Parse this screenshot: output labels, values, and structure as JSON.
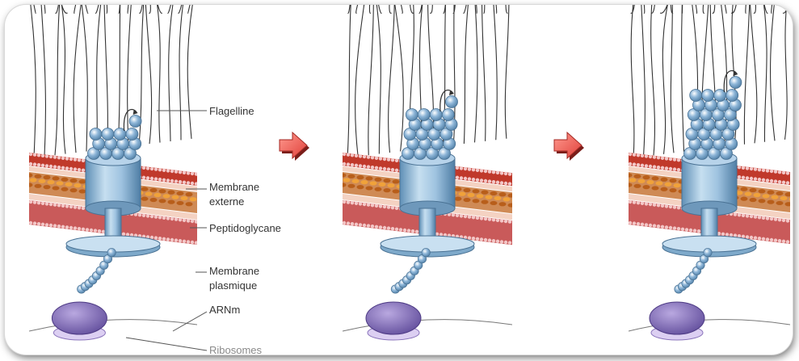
{
  "labels": {
    "flagelline": "Flagelline",
    "membrane_externe_1": "Membrane",
    "membrane_externe_2": "externe",
    "peptidoglycane": "Peptidoglycane",
    "membrane_plasmique_1": "Membrane",
    "membrane_plasmique_2": "plasmique",
    "arnm": "ARNm",
    "ribosomes": "Ribosomes"
  },
  "colors": {
    "outer_membrane": "#c0392b",
    "peptidoglycan": "#d4701c",
    "plasma_membrane": "#c95a5a",
    "flagellin_subunit": "#8fb7d9",
    "basal_body": "#7aa6c8",
    "ribosome": "#8a74bb",
    "arrow": "#e0403a",
    "flagella_lines": "#333333"
  },
  "stages": [
    {
      "name": "stage-1",
      "subunit_rows": 3
    },
    {
      "name": "stage-2",
      "subunit_rows": 5
    },
    {
      "name": "stage-3",
      "subunit_rows": 7
    }
  ],
  "icons": [
    "arrow-right-icon",
    "curved-arrow-icon"
  ]
}
